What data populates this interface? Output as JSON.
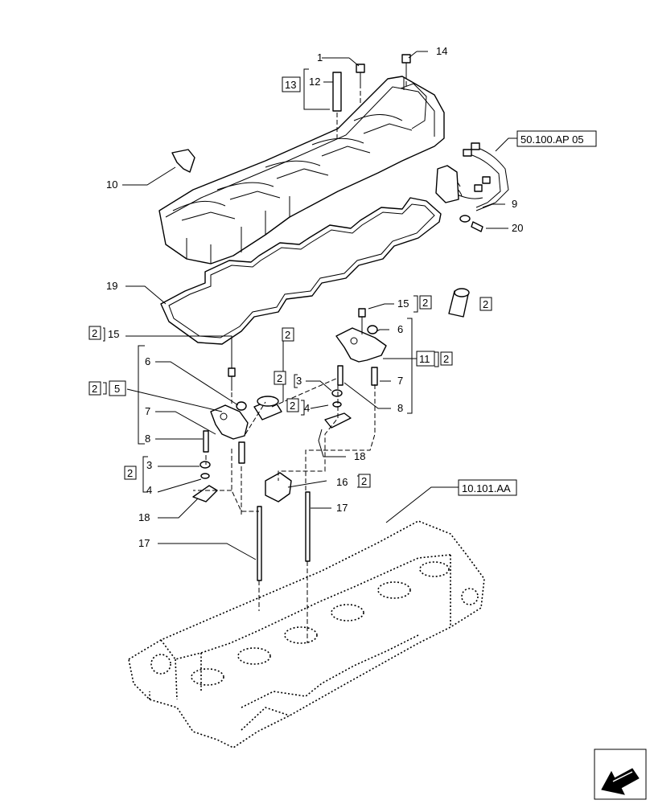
{
  "callouts": {
    "c1": "1",
    "c14": "14",
    "c12": "12",
    "c13": "13",
    "c10": "10",
    "ref_fuel": "50.100.AP 05",
    "c9": "9",
    "c20": "20",
    "c19": "19",
    "c15r": "15",
    "c2_15r": "2",
    "c2_sleeve": "2",
    "c6r": "6",
    "c11": "11",
    "c2_11": "2",
    "c7r": "7",
    "c8r": "8",
    "c2_15l": "2",
    "c15l": "15",
    "c2_mid": "2",
    "c2_3m": "2",
    "c3m": "3",
    "c2_4m": "2",
    "c4m": "4",
    "c6l": "6",
    "c2_5": "2",
    "c5": "5",
    "c7l": "7",
    "c8l": "8",
    "c2_34l": "2",
    "c3l": "3",
    "c4l": "4",
    "c18r": "18",
    "c16": "16",
    "c2_16": "2",
    "c18l": "18",
    "ref_head": "10.101.AA",
    "c17r": "17",
    "c17l": "17"
  },
  "icons": {
    "corner_nav": "arrow-nav-icon"
  }
}
